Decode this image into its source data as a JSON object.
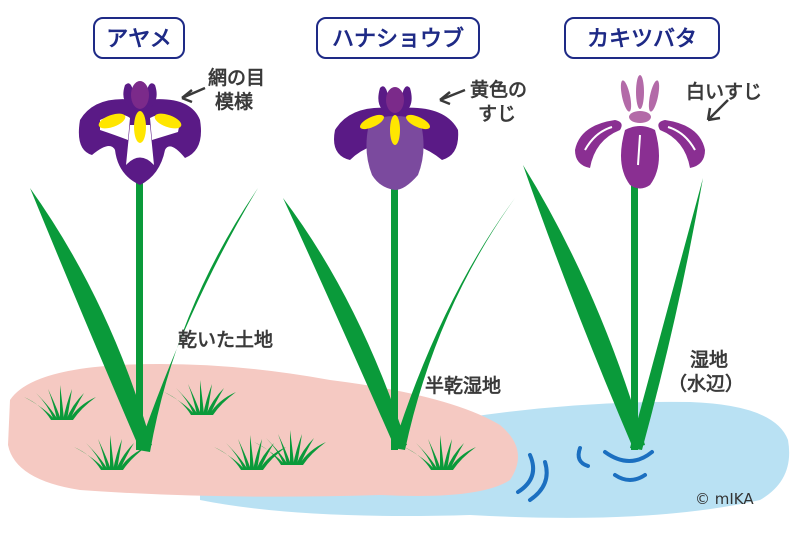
{
  "titles": {
    "ayame": "アヤメ",
    "hanashobu": "ハナショウブ",
    "kakitsubata": "カキツバタ"
  },
  "notes": {
    "ayame_line1": "網の目",
    "ayame_line2": "模様",
    "hanashobu_line1": "黄色の",
    "hanashobu_line2": "すじ",
    "kakitsubata": "白いすじ"
  },
  "habitats": {
    "dry": "乾いた土地",
    "semi": "半乾湿地",
    "wet_line1": "湿地",
    "wet_line2": "（水辺）"
  },
  "credit": "© mIKA",
  "colors": {
    "navy": "#1e2a86",
    "leaf": "#0a9a3a",
    "soil": "#f5c9c2",
    "water": "#b9e1f3",
    "ripple": "#1b6fc0",
    "purple": "#5a1a86",
    "yellow": "#ffe600"
  }
}
